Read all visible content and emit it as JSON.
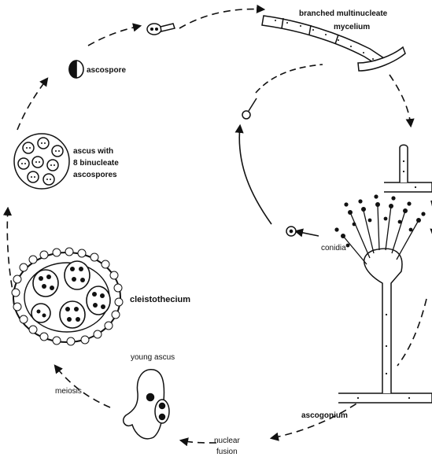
{
  "labels": {
    "mycelium_line1": "branched multinucleate",
    "mycelium_line2": "mycelium",
    "ascospore": "ascospore",
    "ascus_line1": "ascus with",
    "ascus_line2": "8 binucleate",
    "ascus_line3": "ascospores",
    "conidia": "conidia",
    "cleistothecium": "cleistothecium",
    "young_ascus": "young ascus",
    "meiosis": "meiosis",
    "ascogonium": "ascogonium",
    "nuclear_fusion_line1": "nuclear",
    "nuclear_fusion_line2": "fusion"
  }
}
